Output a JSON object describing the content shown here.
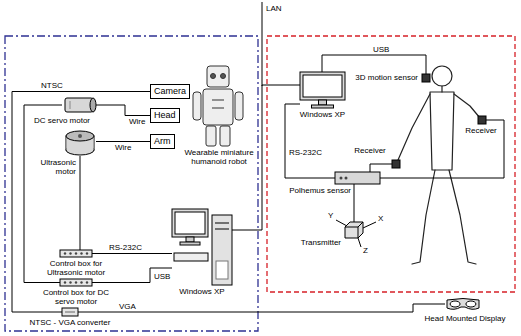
{
  "diagram": {
    "nodes": [
      {
        "text": [
          "Camera"
        ]
      },
      {
        "text": [
          "Head"
        ]
      },
      {
        "text": [
          "Arm"
        ]
      },
      {
        "text": [
          "DC servo motor"
        ]
      },
      {
        "text": [
          "Ultrasonic motor"
        ]
      },
      {
        "text": [
          "Control box for Ultrasonic motor"
        ]
      },
      {
        "text": [
          "Control box for DC servo motor"
        ]
      },
      {
        "text": [
          "NTSC - VGA converter"
        ]
      },
      {
        "text": [
          "Windows XP"
        ]
      },
      {
        "text": [
          "Windows XP"
        ]
      },
      {
        "text": [
          "3D motion sensor"
        ]
      },
      {
        "text": [
          "Receiver"
        ]
      },
      {
        "text": [
          "Receiver"
        ]
      },
      {
        "text": [
          "Polhemus sensor"
        ]
      },
      {
        "text": [
          "Transmitter"
        ]
      },
      {
        "text": [
          "Head Mounted Display"
        ]
      }
    ],
    "edges": [
      {
        "from": 0,
        "to": 7,
        "arrow": "none",
        "label": "NTSC"
      },
      {
        "from": 1,
        "to": 3,
        "arrow": "none",
        "label": "Wire"
      },
      {
        "from": 2,
        "to": 4,
        "arrow": "none",
        "label": "Wire"
      },
      {
        "from": 3,
        "to": 6,
        "arrow": "none"
      },
      {
        "from": 4,
        "to": 5,
        "arrow": "none"
      },
      {
        "from": 5,
        "to": 8,
        "arrow": "none",
        "label": "RS-232C"
      },
      {
        "from": 6,
        "to": 8,
        "arrow": "none",
        "label": "USB"
      },
      {
        "from": 7,
        "to": 15,
        "arrow": "none",
        "label": "VGA"
      },
      {
        "from": 8,
        "to": 9,
        "arrow": "none"
      },
      {
        "from": 9,
        "to": 10,
        "arrow": "none",
        "label": "USB"
      },
      {
        "from": 9,
        "to": 13,
        "arrow": "none",
        "label": "RS-232C"
      },
      {
        "from": 13,
        "to": 11,
        "arrow": "none"
      },
      {
        "from": 13,
        "to": 12,
        "arrow": "none"
      },
      {
        "from": 13,
        "to": 14,
        "arrow": "none"
      }
    ],
    "labels": [
      "LAN",
      "Wearable miniature humanoid robot",
      "Y",
      "Z",
      "X"
    ]
  }
}
